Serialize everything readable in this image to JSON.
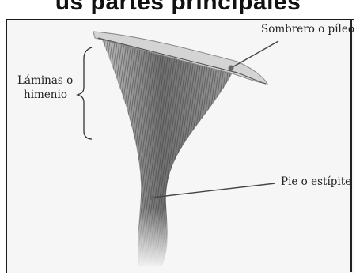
{
  "heading": "us partes principales",
  "labels": {
    "cap": "Sombrero o píleo",
    "gills_line1": "Láminas o",
    "gills_line2": "himenio",
    "stem": "Pie o estípite"
  }
}
